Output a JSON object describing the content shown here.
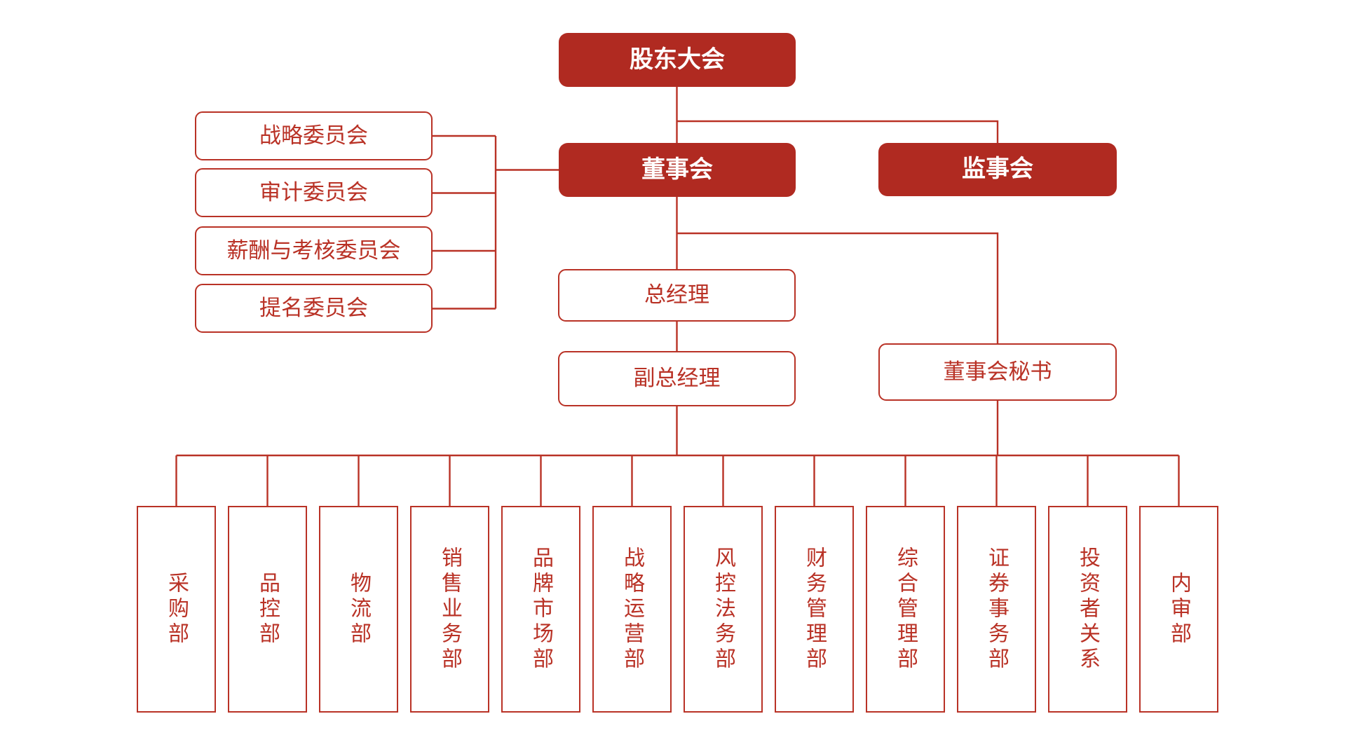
{
  "org_chart": {
    "shareholders_meeting": "股东大会",
    "board_of_directors": "董事会",
    "supervisory_board": "监事会",
    "committees": [
      "战略委员会",
      "审计委员会",
      "薪酬与考核委员会",
      "提名委员会"
    ],
    "general_manager": "总经理",
    "deputy_general_manager": "副总经理",
    "board_secretary": "董事会秘书",
    "departments": [
      "采购部",
      "品控部",
      "物流部",
      "销售业务部",
      "品牌市场部",
      "战略运营部",
      "风控法务部",
      "财务管理部",
      "综合管理部",
      "证券事务部",
      "投资者关系",
      "内审部"
    ],
    "colors": {
      "node_fill": "#B02A21",
      "line": "#B93226",
      "text_on_fill": "#FFFFFF",
      "background": "#FFFFFF"
    }
  }
}
